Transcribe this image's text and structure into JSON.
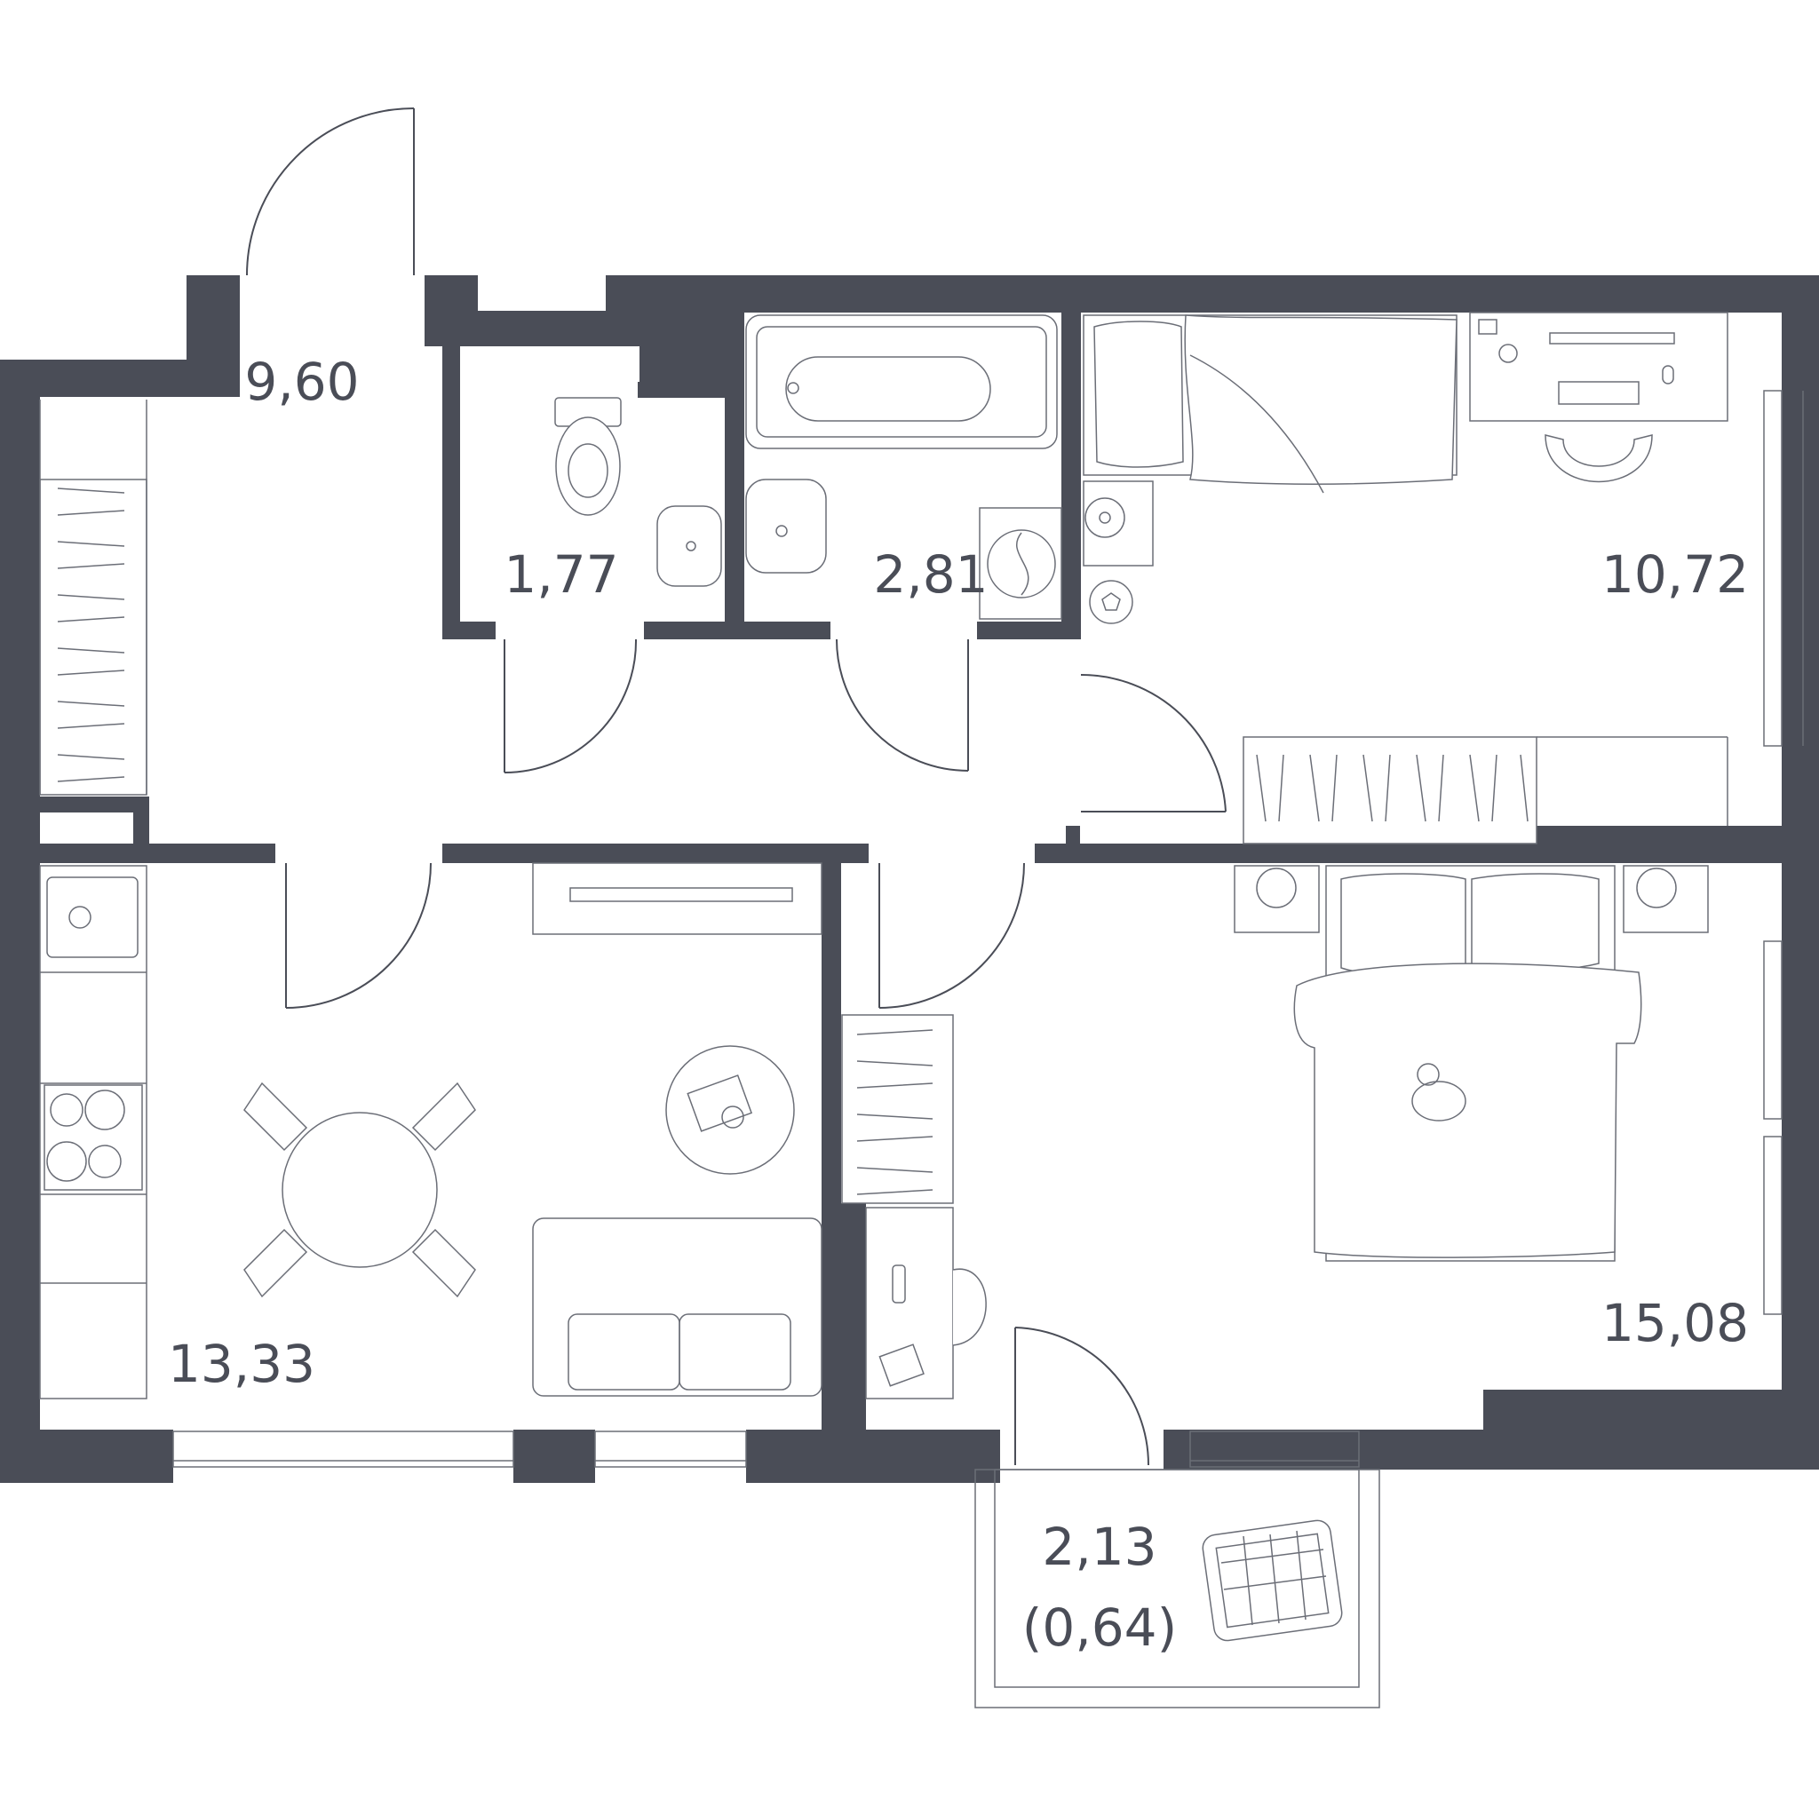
{
  "colors": {
    "wall": "#4a4d57",
    "background": "#ffffff",
    "furniture_stroke": "#6b6e77"
  },
  "rooms": [
    {
      "id": "hallway",
      "area": "9,60"
    },
    {
      "id": "toilet",
      "area": "1,77"
    },
    {
      "id": "bathroom",
      "area": "2,81"
    },
    {
      "id": "bedroom-small",
      "area": "10,72"
    },
    {
      "id": "kitchen-living",
      "area": "13,33"
    },
    {
      "id": "bedroom-large",
      "area": "15,08"
    },
    {
      "id": "balcony",
      "area": "2,13",
      "reduced_area": "(0,64)"
    }
  ],
  "icons": [
    "toilet-icon",
    "sink-icon",
    "bathtub-icon",
    "washing-machine-icon",
    "bed-icon",
    "desk-icon",
    "office-chair-icon",
    "ball-icon",
    "fan-icon",
    "wardrobe-icon",
    "kitchen-sink-icon",
    "stove-icon",
    "dining-table-icon",
    "sofa-icon",
    "coffee-table-icon",
    "tv-stand-icon",
    "cat-icon",
    "laundry-basket-icon",
    "door-icon",
    "window-icon"
  ]
}
